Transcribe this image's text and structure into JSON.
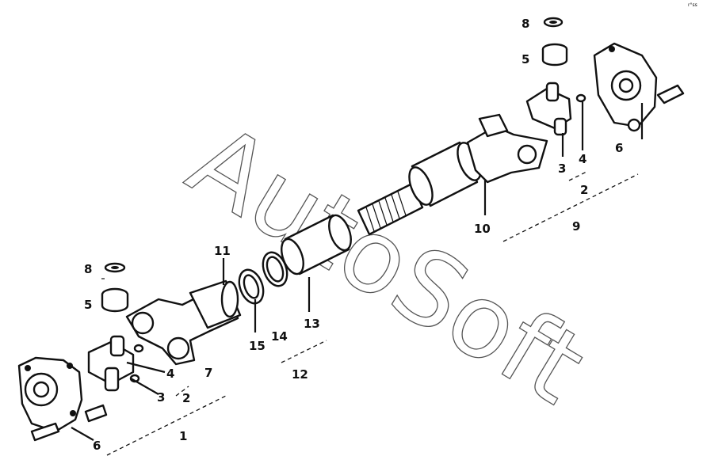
{
  "watermark": "AutoSoft",
  "corner_mark": "r°ss",
  "callouts": [
    {
      "id": "c1",
      "text": "1"
    },
    {
      "id": "c2a",
      "text": "2"
    },
    {
      "id": "c3a",
      "text": "3"
    },
    {
      "id": "c4a",
      "text": "4"
    },
    {
      "id": "c5a",
      "text": "5"
    },
    {
      "id": "c6a",
      "text": "6"
    },
    {
      "id": "c7",
      "text": "7"
    },
    {
      "id": "c8a",
      "text": "8"
    },
    {
      "id": "c11",
      "text": "11"
    },
    {
      "id": "c12",
      "text": "12"
    },
    {
      "id": "c13",
      "text": "13"
    },
    {
      "id": "c14",
      "text": "14"
    },
    {
      "id": "c15",
      "text": "15"
    },
    {
      "id": "c10",
      "text": "10"
    },
    {
      "id": "c9",
      "text": "9"
    },
    {
      "id": "c2b",
      "text": "2"
    },
    {
      "id": "c3b",
      "text": "3"
    },
    {
      "id": "c4b",
      "text": "4"
    },
    {
      "id": "c6b",
      "text": "6"
    },
    {
      "id": "c8b",
      "text": "8"
    },
    {
      "id": "c5b",
      "text": "5"
    }
  ]
}
